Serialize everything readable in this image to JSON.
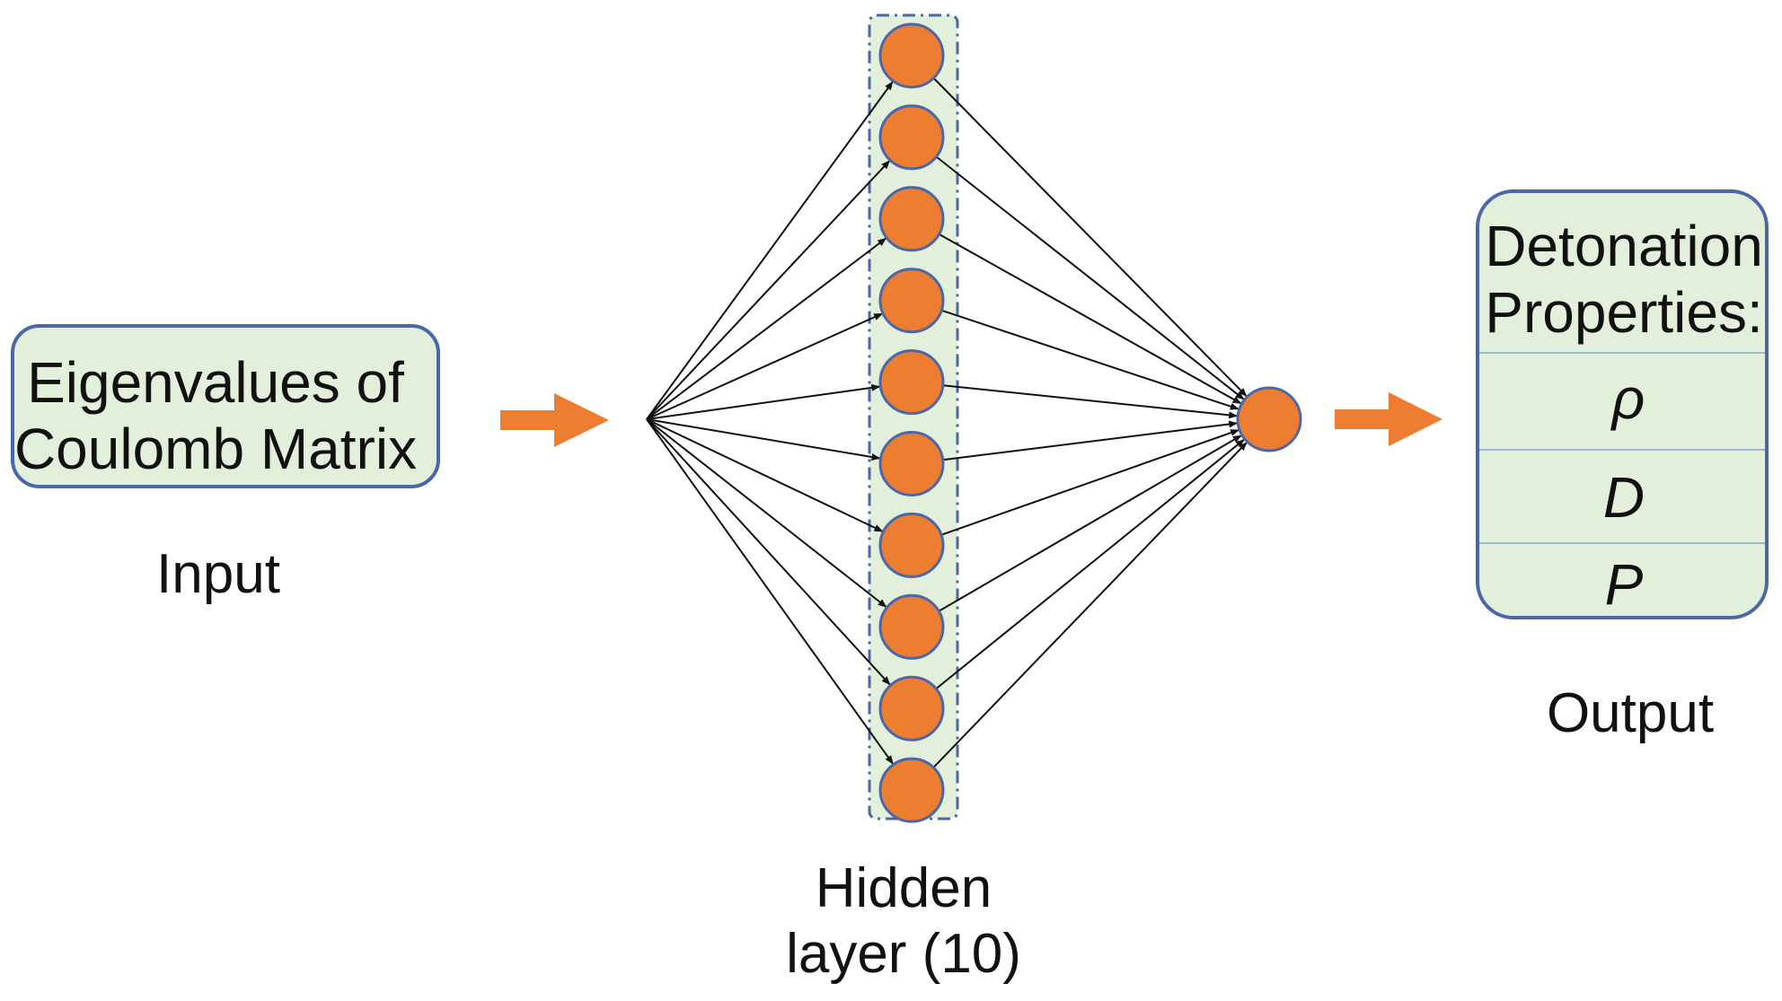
{
  "input": {
    "box_lines": [
      "Eigenvalues of",
      "Coulomb Matrix"
    ],
    "caption": "Input"
  },
  "hidden": {
    "node_count": 10,
    "caption_lines": [
      "Hidden",
      "layer (10)"
    ]
  },
  "output": {
    "header_lines": [
      "Detonation",
      "Properties:"
    ],
    "rows": [
      "ρ",
      "D",
      "P"
    ],
    "caption": "Output"
  },
  "colors": {
    "node_fill": "#ED7D31",
    "node_stroke": "#4A67A8",
    "box_fill": "#E2EFDA",
    "box_stroke": "#4A67A8",
    "arrow": "#ED7D31",
    "edge": "#111111"
  }
}
